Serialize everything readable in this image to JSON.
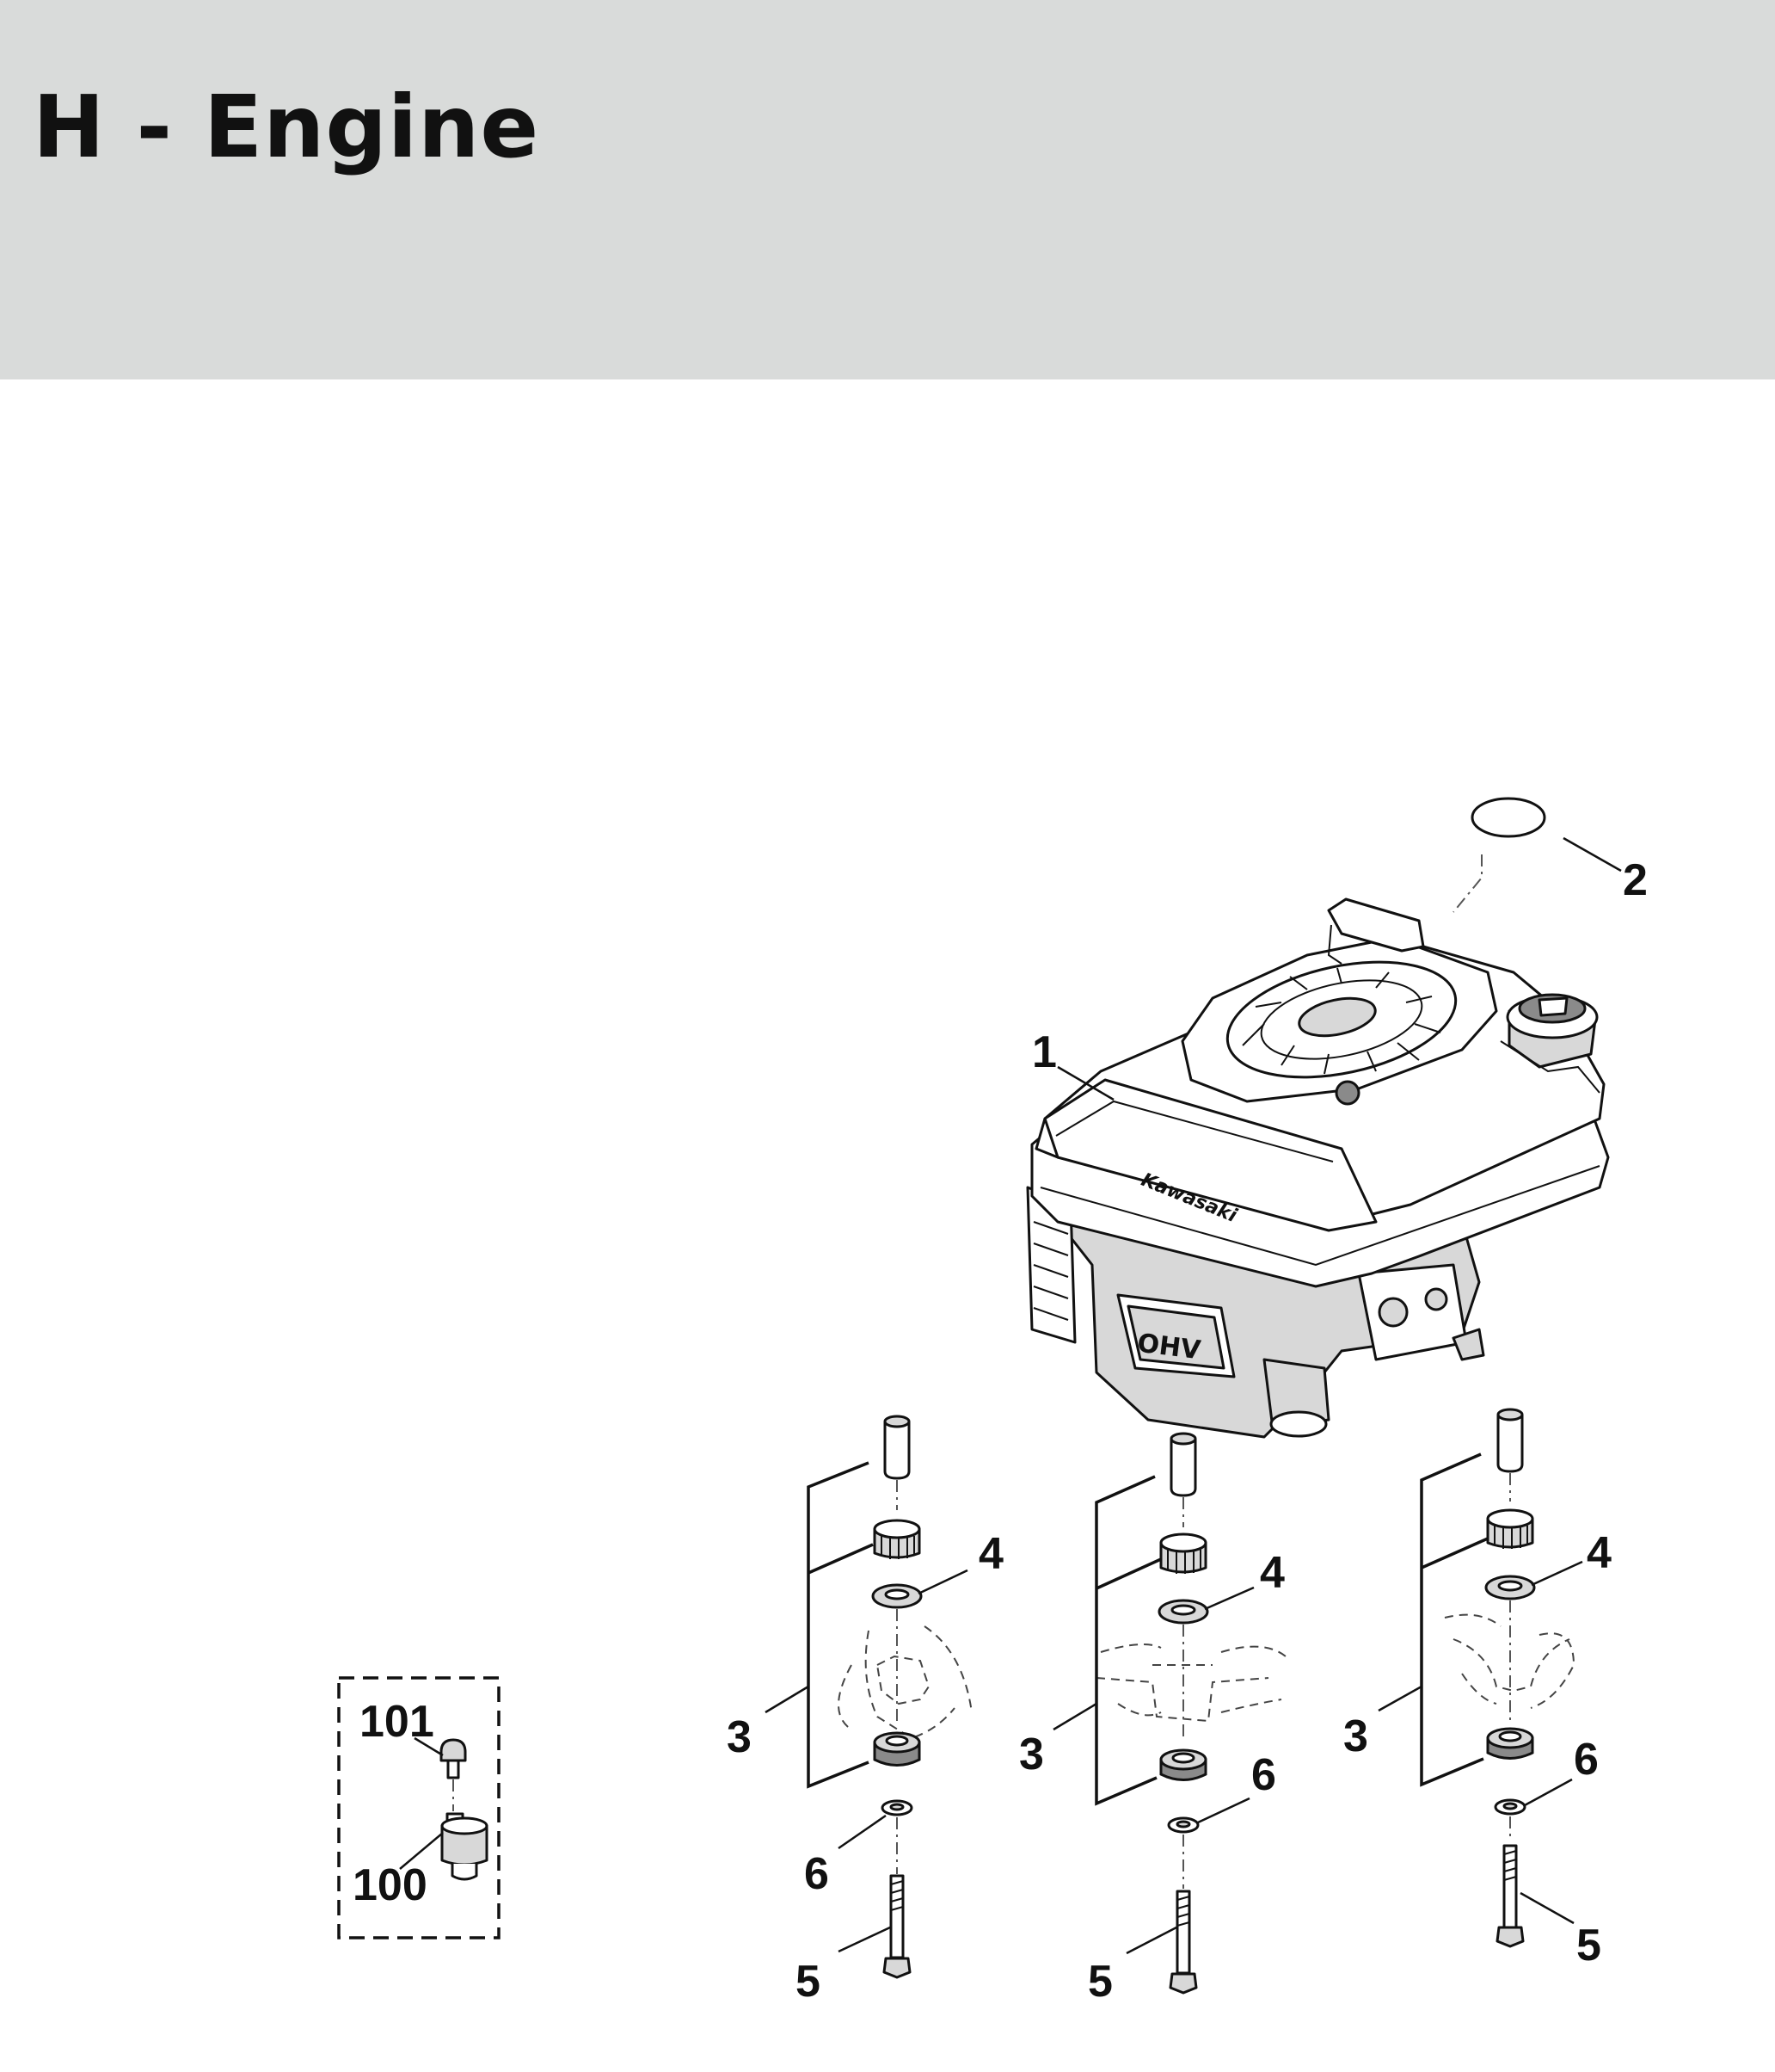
{
  "header": {
    "title": "H - Engine",
    "background": "#d9dbda"
  },
  "diagram": {
    "callouts": {
      "engine": "1",
      "o_ring": "2",
      "mount_left": "3",
      "mount_center": "3",
      "mount_right": "3",
      "washer_left": "4",
      "washer_center": "4",
      "washer_right": "4",
      "bolt_left": "5",
      "bolt_center": "5",
      "bolt_right": "5",
      "small_washer_left": "6",
      "small_washer_center": "6",
      "small_washer_right": "6",
      "kit_spacer": "100",
      "kit_screw": "101"
    },
    "engine_logo": "Kawasaki",
    "engine_badge": "OHV"
  }
}
